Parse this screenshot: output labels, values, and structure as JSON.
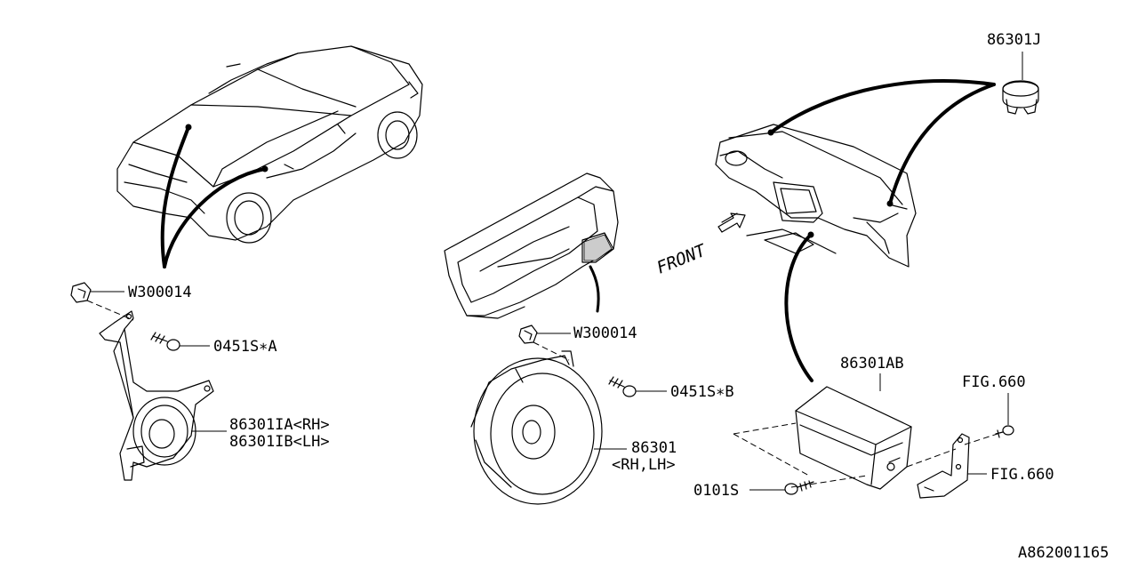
{
  "labels": {
    "clip_left": "W300014",
    "bolt_left": "0451S∗A",
    "tweeter_rh": "86301IA<RH>",
    "tweeter_lh": "86301IB<LH>",
    "clip_center": "W300014",
    "bolt_center": "0451S∗B",
    "speaker_num": "86301",
    "speaker_side": "<RH,LH>",
    "center_speaker": "86301J",
    "amplifier": "86301AB",
    "fig_top": "FIG.660",
    "fig_right": "FIG.660",
    "bolt_amp": "0101S",
    "front": "FRONT",
    "diagram_id": "A862001165"
  }
}
